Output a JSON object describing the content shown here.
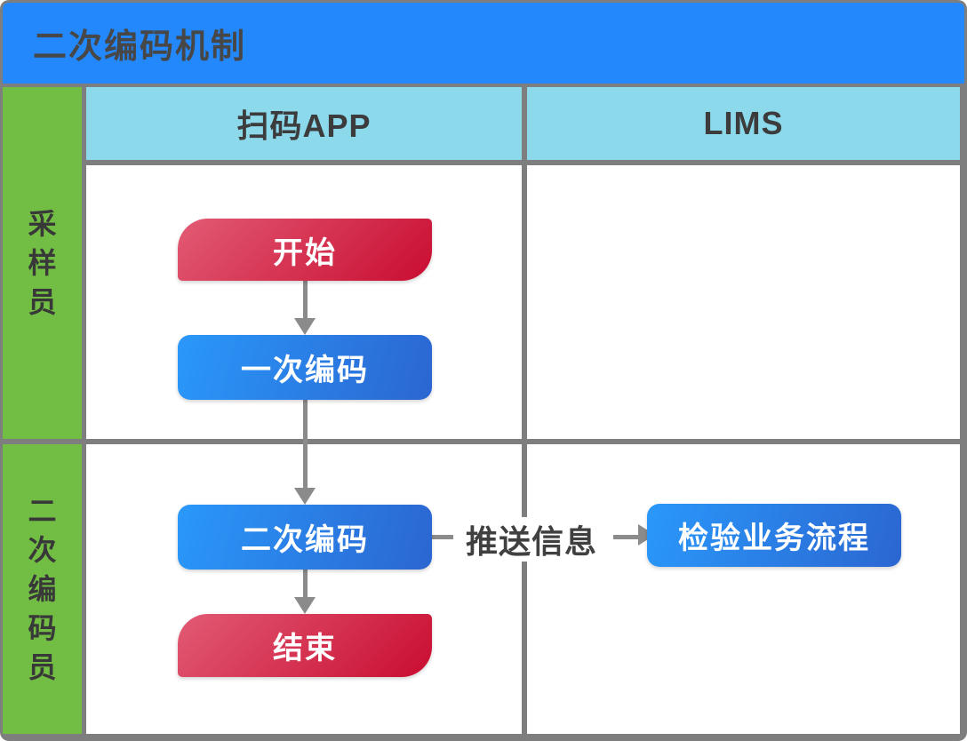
{
  "title": "二次编码机制",
  "columns": [
    {
      "label": "扫码APP"
    },
    {
      "label": "LIMS"
    }
  ],
  "rows": [
    {
      "label": "采样员"
    },
    {
      "label": "二次编码员"
    }
  ],
  "flow": {
    "start_label": "开始",
    "primary_coding_label": "一次编码",
    "secondary_coding_label": "二次编码",
    "end_label": "结束",
    "inspection_label": "检验业务流程",
    "push_info_label": "推送信息"
  },
  "colors": {
    "header_blue": "#2388fb",
    "column_header_blue": "#8cd9ec",
    "sidebar_green": "#72bd43",
    "grid_gray": "#7e7e7e",
    "arrow_gray": "#8b8b8b",
    "terminal_gradient_start": "#e25b74",
    "terminal_gradient_end": "#c90d31",
    "process_gradient_start": "#2a98fa",
    "process_gradient_end": "#2b66d1",
    "node_text": "#ffffff",
    "dark_label_text": "#404040"
  }
}
